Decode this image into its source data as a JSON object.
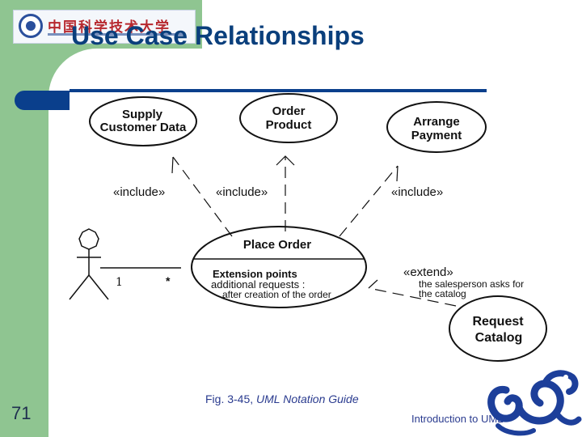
{
  "header": {
    "logo_text": "中国科学技术大学",
    "title": "Use Case Relationships"
  },
  "diagram": {
    "use_cases": {
      "supply": [
        "Supply",
        "Customer Data"
      ],
      "order_product": [
        "Order",
        "Product"
      ],
      "arrange": [
        "Arrange",
        "Payment"
      ],
      "place_order": "Place Order",
      "extension_points": "Extension points",
      "ext_line1": "additional requests :",
      "ext_line2": "after creation of the order",
      "request": [
        "Request",
        "Catalog"
      ]
    },
    "stereotypes": {
      "include_left": "«include»",
      "include_mid": "«include»",
      "include_right": "«include»",
      "extend": "«extend»",
      "extend_cond1": "the salesperson asks for",
      "extend_cond2": "the catalog"
    },
    "multiplicity": {
      "actor_end": "1",
      "usecase_end": "*"
    }
  },
  "caption": {
    "prefix": "Fig. 3-45, ",
    "source": "UML Notation Guide"
  },
  "footer": {
    "slide_number": "71",
    "text": "Introduction to UML"
  },
  "colors": {
    "green_strip": "#8fc591",
    "accent_blue": "#0a3f8c",
    "title_blue": "#0a3f7c"
  }
}
